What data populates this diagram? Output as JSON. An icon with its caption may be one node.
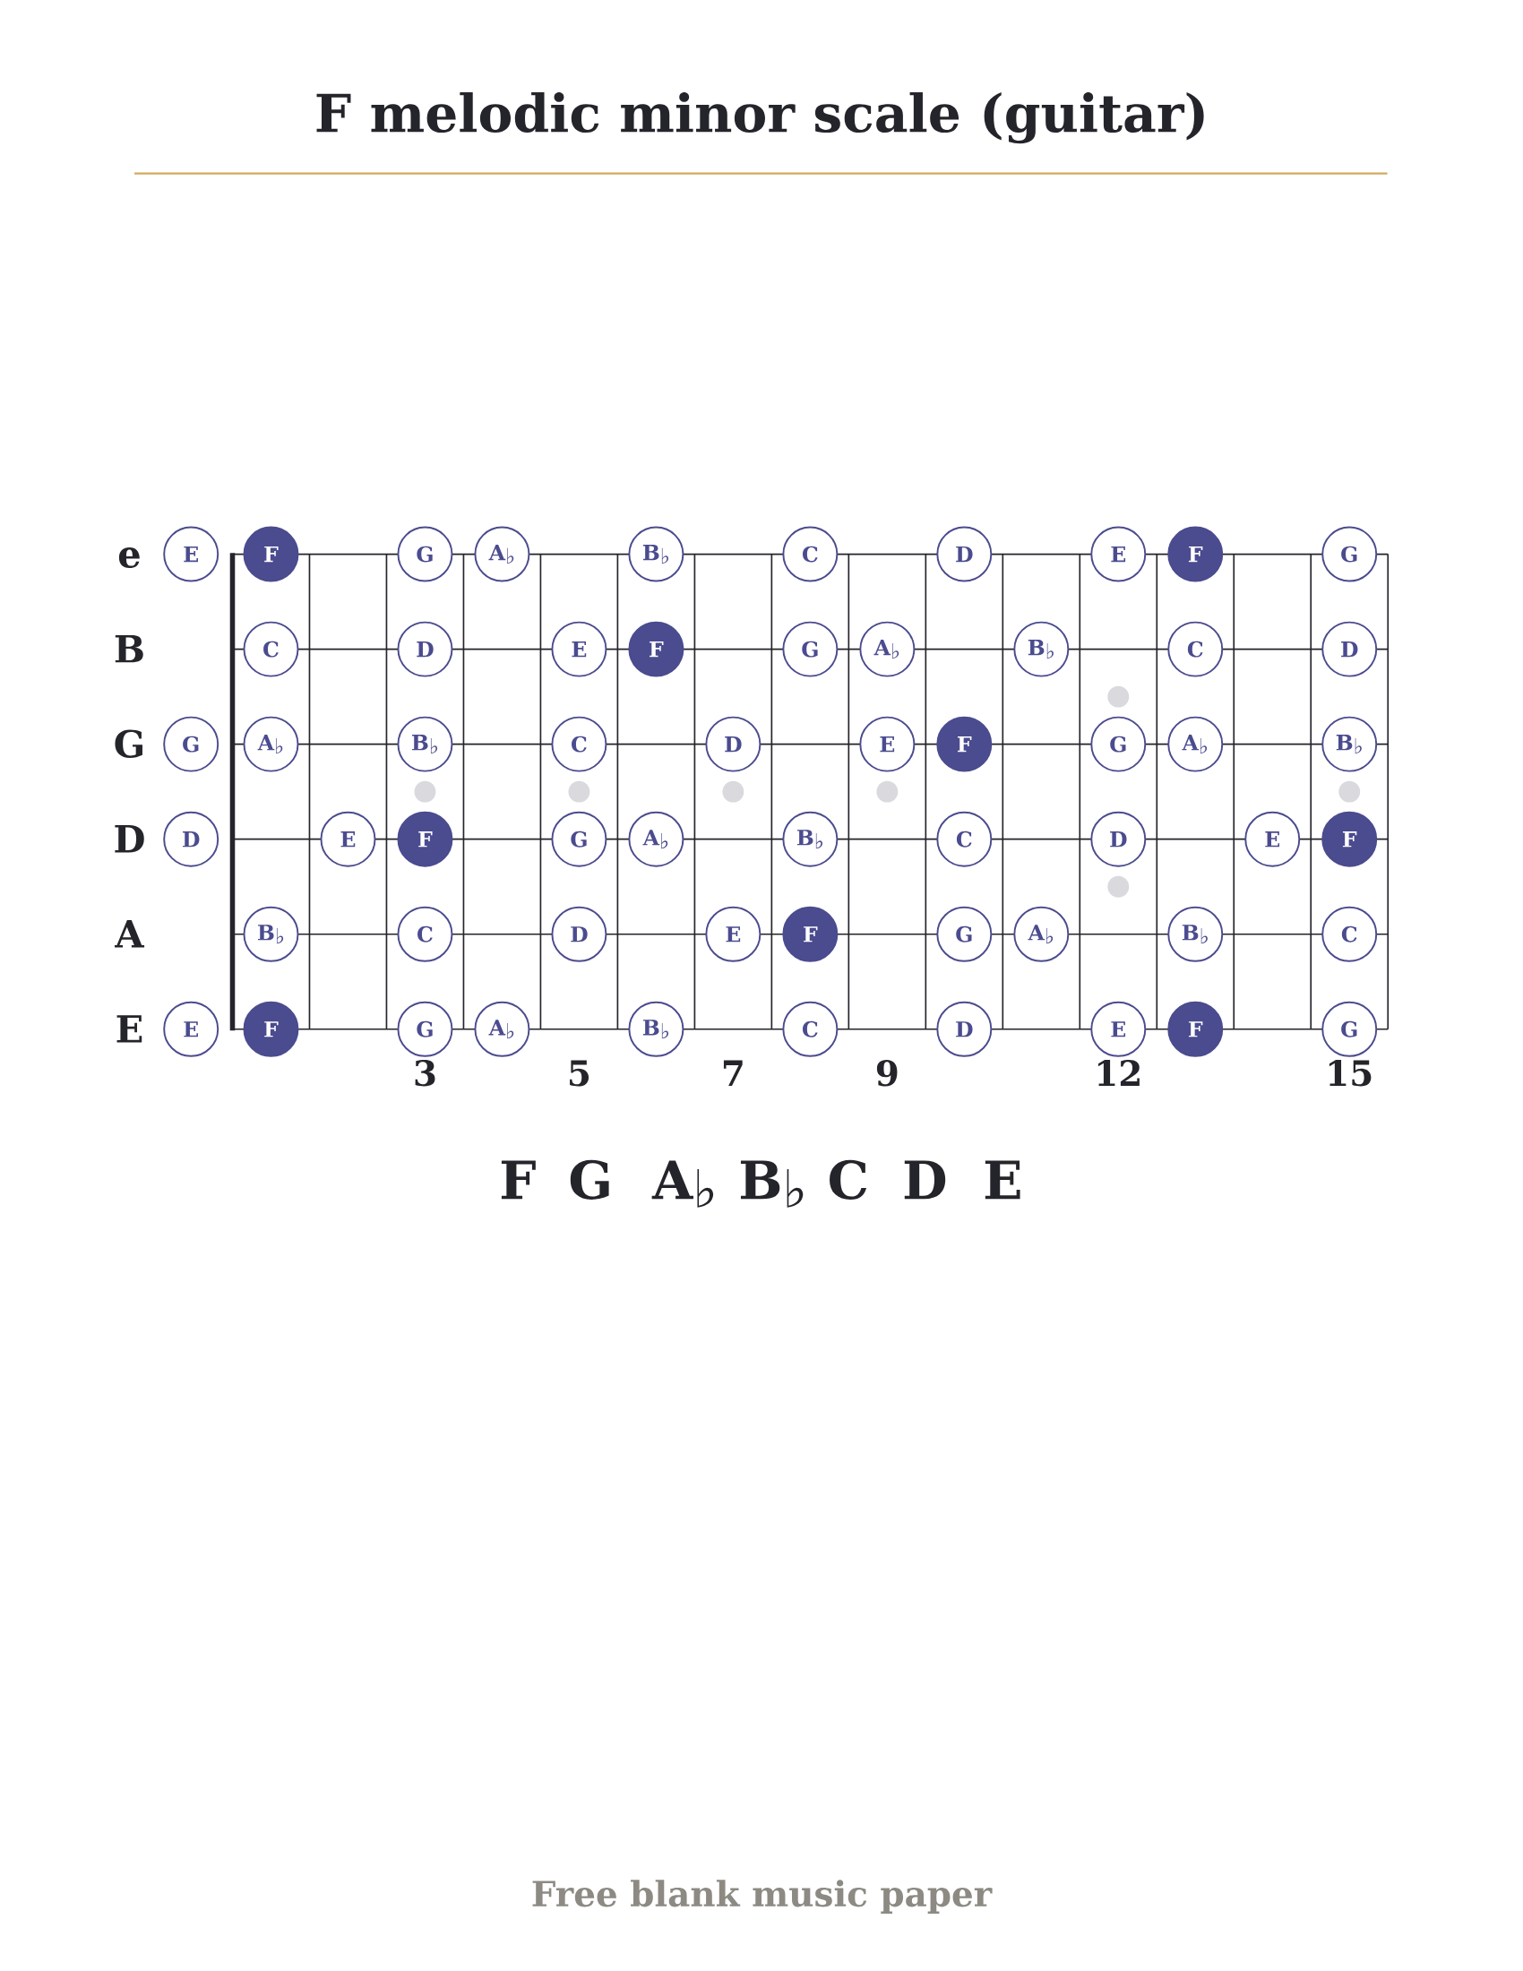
{
  "diagram": {
    "title": "F melodic minor scale (guitar)",
    "nodes": [
      {
        "text": [
          "E"
        ]
      },
      {
        "text": [
          "F"
        ]
      },
      {
        "text": [
          "G"
        ]
      },
      {
        "text": [
          "A♭"
        ]
      },
      {
        "text": [
          "B♭"
        ]
      },
      {
        "text": [
          "C"
        ]
      },
      {
        "text": [
          "D"
        ]
      },
      {
        "text": [
          "E"
        ]
      },
      {
        "text": [
          "F"
        ]
      },
      {
        "text": [
          "G"
        ]
      },
      {
        "text": [
          "C"
        ]
      },
      {
        "text": [
          "D"
        ]
      },
      {
        "text": [
          "E"
        ]
      },
      {
        "text": [
          "F"
        ]
      },
      {
        "text": [
          "G"
        ]
      },
      {
        "text": [
          "A♭"
        ]
      },
      {
        "text": [
          "B♭"
        ]
      },
      {
        "text": [
          "C"
        ]
      },
      {
        "text": [
          "D"
        ]
      },
      {
        "text": [
          "G"
        ]
      },
      {
        "text": [
          "A♭"
        ]
      },
      {
        "text": [
          "B♭"
        ]
      },
      {
        "text": [
          "C"
        ]
      },
      {
        "text": [
          "D"
        ]
      },
      {
        "text": [
          "E"
        ]
      },
      {
        "text": [
          "F"
        ]
      },
      {
        "text": [
          "G"
        ]
      },
      {
        "text": [
          "A♭"
        ]
      },
      {
        "text": [
          "B♭"
        ]
      },
      {
        "text": [
          "D"
        ]
      },
      {
        "text": [
          "E"
        ]
      },
      {
        "text": [
          "F"
        ]
      },
      {
        "text": [
          "G"
        ]
      },
      {
        "text": [
          "A♭"
        ]
      },
      {
        "text": [
          "B♭"
        ]
      },
      {
        "text": [
          "C"
        ]
      },
      {
        "text": [
          "D"
        ]
      },
      {
        "text": [
          "E"
        ]
      },
      {
        "text": [
          "F"
        ]
      },
      {
        "text": [
          "B♭"
        ]
      },
      {
        "text": [
          "C"
        ]
      },
      {
        "text": [
          "D"
        ]
      },
      {
        "text": [
          "E"
        ]
      },
      {
        "text": [
          "F"
        ]
      },
      {
        "text": [
          "G"
        ]
      },
      {
        "text": [
          "A♭"
        ]
      },
      {
        "text": [
          "B♭"
        ]
      },
      {
        "text": [
          "C"
        ]
      },
      {
        "text": [
          "E"
        ]
      },
      {
        "text": [
          "F"
        ]
      },
      {
        "text": [
          "G"
        ]
      },
      {
        "text": [
          "A♭"
        ]
      },
      {
        "text": [
          "B♭"
        ]
      },
      {
        "text": [
          "C"
        ]
      },
      {
        "text": [
          "D"
        ]
      },
      {
        "text": [
          "E"
        ]
      },
      {
        "text": [
          "F"
        ]
      },
      {
        "text": [
          "G"
        ]
      }
    ],
    "labels": [
      "e",
      "B",
      "G",
      "D",
      "A",
      "E",
      "3",
      "5",
      "7",
      "9",
      "12",
      "15",
      "F",
      "G",
      "A♭",
      "B♭",
      "C",
      "D",
      "E",
      "Free blank music paper"
    ]
  }
}
